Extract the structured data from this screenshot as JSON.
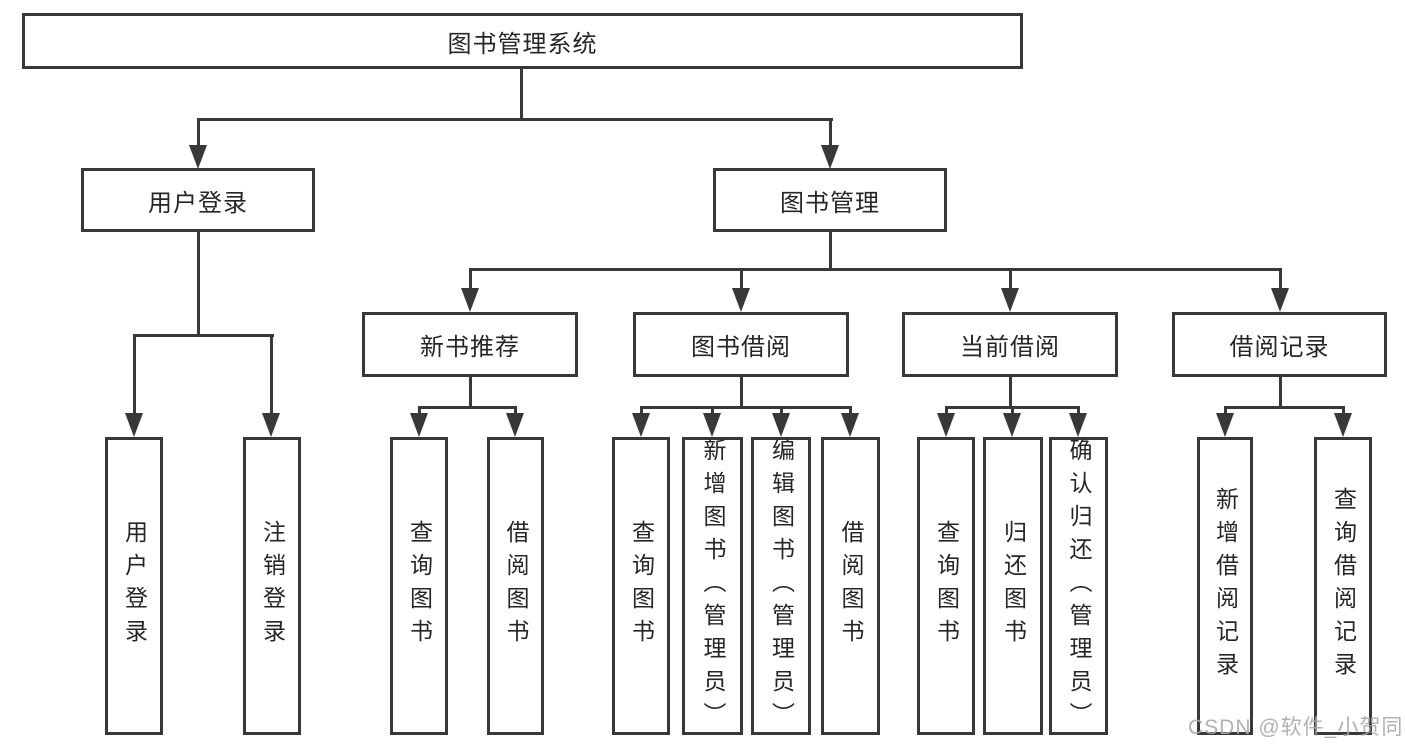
{
  "diagram_title": "图书管理系统",
  "tree": {
    "label": "图书管理系统",
    "children": [
      {
        "label": "用户登录",
        "children": [
          {
            "label": "用户登录"
          },
          {
            "label": "注销登录"
          }
        ]
      },
      {
        "label": "图书管理",
        "children": [
          {
            "label": "新书推荐",
            "children": [
              {
                "label": "查询图书"
              },
              {
                "label": "借阅图书"
              }
            ]
          },
          {
            "label": "图书借阅",
            "children": [
              {
                "label": "查询图书"
              },
              {
                "label": "新增图书（管理员）"
              },
              {
                "label": "编辑图书（管理员）"
              },
              {
                "label": "借阅图书"
              }
            ]
          },
          {
            "label": "当前借阅",
            "children": [
              {
                "label": "查询图书"
              },
              {
                "label": "归还图书"
              },
              {
                "label": "确认归还（管理员）"
              }
            ]
          },
          {
            "label": "借阅记录",
            "children": [
              {
                "label": "新增借阅记录"
              },
              {
                "label": "查询借阅记录"
              }
            ]
          }
        ]
      }
    ]
  },
  "watermark": "CSDN @软件_小贺同学",
  "colors": {
    "line": "#383838",
    "text": "#262626",
    "watermark": "#a8a8a8",
    "background": "#ffffff"
  }
}
